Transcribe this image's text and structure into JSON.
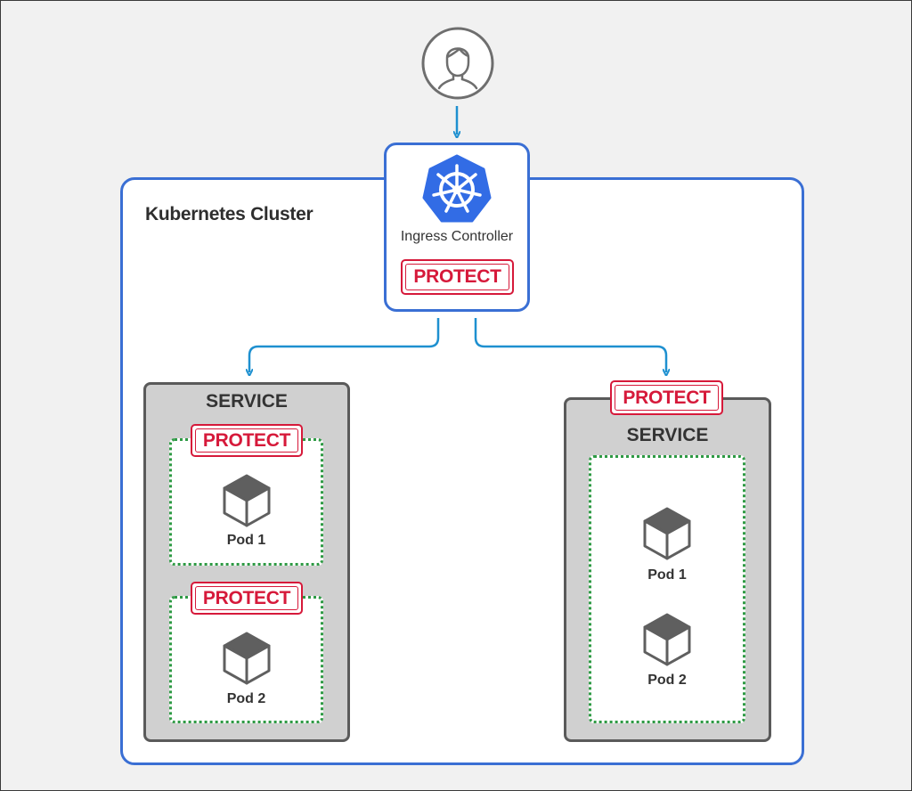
{
  "cluster": {
    "title": "Kubernetes Cluster"
  },
  "ingress": {
    "label": "Ingress Controller",
    "protect": "PROTECT"
  },
  "service_left": {
    "title": "SERVICE",
    "pods": [
      {
        "label": "Pod 1",
        "protect": "PROTECT"
      },
      {
        "label": "Pod 2",
        "protect": "PROTECT"
      }
    ]
  },
  "service_right": {
    "title": "SERVICE",
    "protect": "PROTECT",
    "pods": [
      {
        "label": "Pod 1"
      },
      {
        "label": "Pod 2"
      }
    ]
  },
  "icons": {
    "user": "user-icon",
    "ingress": "kubernetes-helm-icon",
    "pod": "cube-icon"
  },
  "colors": {
    "background": "#f1f1f1",
    "cluster_border": "#3a6fd4",
    "kubernetes_blue": "#326ce5",
    "protect_red": "#d6193a",
    "arrow_blue": "#1e90d0",
    "service_fill": "#d0d0d0",
    "pod_border_green": "#2e9a44"
  }
}
